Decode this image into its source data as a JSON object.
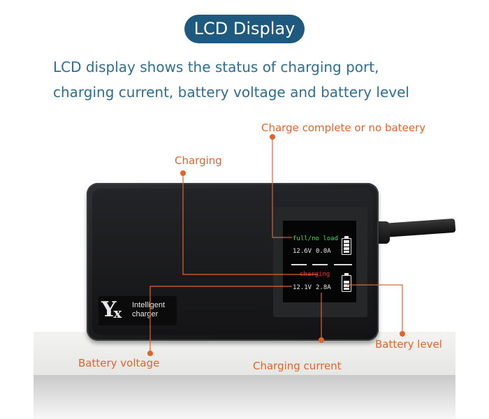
{
  "header": {
    "title": "LCD Display",
    "description_line1": "LCD display shows the status of charging port,",
    "description_line2": "charging current, battery voltage and battery level"
  },
  "device": {
    "brand_mark": "Y",
    "brand_mark_x": "x",
    "brand_line1": "Intelligent",
    "brand_line2": "charger"
  },
  "lcd": {
    "port1_status": "full/no  load",
    "port1_voltage": "12.6V",
    "port1_current": "0.0A",
    "port1_battery_level": 1.0,
    "port2_status": "charging",
    "port2_voltage": "12.1V",
    "port2_current": "2.8A",
    "port2_battery_level": 0.75
  },
  "callouts": {
    "charge_complete": "Charge complete or no bateery",
    "charging": "Charging",
    "battery_voltage": "Battery voltage",
    "charging_current": "Charging current",
    "battery_level": "Battery level"
  },
  "colors": {
    "accent": "#e0652a",
    "title_bg": "#1e5a80",
    "text_blue": "#2e6e92",
    "lcd_green": "#34e23c",
    "lcd_red": "#ff2a2a"
  }
}
